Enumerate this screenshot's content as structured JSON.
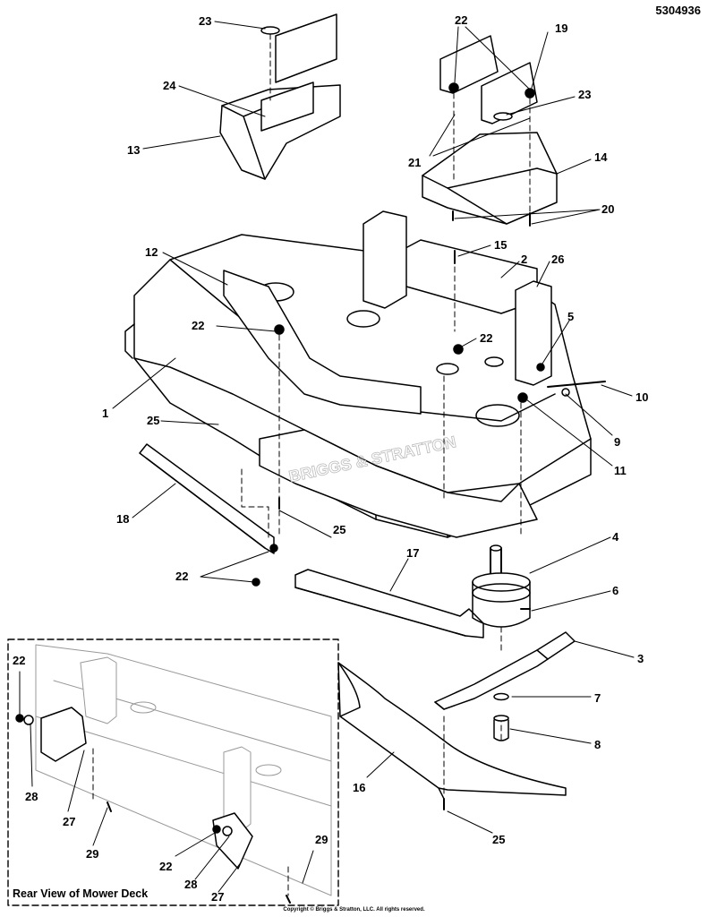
{
  "document_number": "5304936",
  "copyright": "Copyright © Briggs & Stratton, LLC. All rights reserved.",
  "watermark": "BRIGGS & STRATTON",
  "inset": {
    "title": "Rear View of Mower Deck"
  },
  "callouts": {
    "c23a": "23",
    "c24": "24",
    "c13": "13",
    "c22a": "22",
    "c19": "19",
    "c23b": "23",
    "c21": "21",
    "c14": "14",
    "c20": "20",
    "c15": "15",
    "c2": "2",
    "c26": "26",
    "c12": "12",
    "c5": "5",
    "c22b": "22",
    "c22c": "22",
    "c10": "10",
    "c9": "9",
    "c1": "1",
    "c25a": "25",
    "c11": "11",
    "c18": "18",
    "c25b": "25",
    "c17": "17",
    "c4": "4",
    "c22d": "22",
    "c6": "6",
    "c3": "3",
    "c7": "7",
    "c8": "8",
    "c16": "16",
    "c25c": "25",
    "i22a": "22",
    "i28a": "28",
    "i27a": "27",
    "i29a": "29",
    "i22b": "22",
    "i28b": "28",
    "i27b": "27",
    "i29b": "29"
  }
}
